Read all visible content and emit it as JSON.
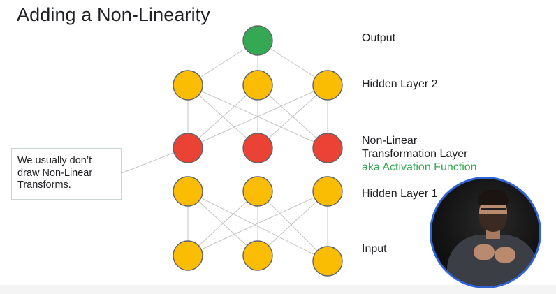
{
  "slide": {
    "title": "Adding a Non-Linearity"
  },
  "colors": {
    "output_node": "#34a853",
    "hidden_node": "#fbbc04",
    "activation_node": "#ea4335",
    "node_outline": "#5f6368",
    "edge": "#c4c4c4",
    "accent_text": "#34a853",
    "presenter_frame": "#2f63d6"
  },
  "diagram": {
    "layers": [
      {
        "id": "output",
        "label": "Output",
        "nodes": 1,
        "kind": "output"
      },
      {
        "id": "hidden2",
        "label": "Hidden Layer 2",
        "nodes": 3,
        "kind": "hidden"
      },
      {
        "id": "activation",
        "label_line1": "Non-Linear",
        "label_line2": "Transformation Layer",
        "label_accent": "aka Activation Function",
        "nodes": 3,
        "kind": "activation"
      },
      {
        "id": "hidden1",
        "label": "Hidden Layer 1",
        "nodes": 3,
        "kind": "hidden"
      },
      {
        "id": "input",
        "label": "Input",
        "nodes": 3,
        "kind": "hidden"
      }
    ]
  },
  "callout": {
    "text_line1": "We usually don’t",
    "text_line2": "draw Non-Linear",
    "text_line3": "Transforms."
  },
  "presenter": {
    "icon": "presenter-video-thumbnail"
  }
}
